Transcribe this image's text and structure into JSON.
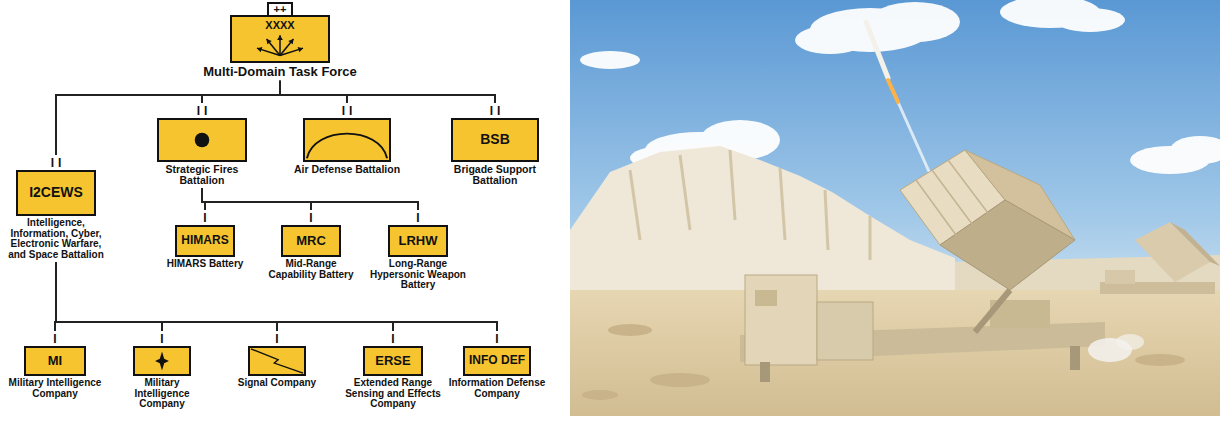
{
  "diagram": {
    "nodes": [
      {
        "text": [
          "++",
          "XXXX",
          "Multi-Domain Task Force"
        ]
      },
      {
        "text": [
          "II",
          "I2CEWS",
          "Intelligence, Information, Cyber, Electronic Warfare, and Space Battalion"
        ]
      },
      {
        "text": [
          "II",
          "Strategic Fires Battalion"
        ]
      },
      {
        "text": [
          "II",
          "Air Defense Battalion"
        ]
      },
      {
        "text": [
          "II",
          "BSB",
          "Brigade Support Battalion"
        ]
      },
      {
        "text": [
          "I",
          "HIMARS",
          "HIMARS Battery"
        ]
      },
      {
        "text": [
          "I",
          "MRC",
          "Mid-Range Capability Battery"
        ]
      },
      {
        "text": [
          "I",
          "LRHW",
          "Long-Range Hypersonic Weapon Battery"
        ]
      },
      {
        "text": [
          "I",
          "MI",
          "Military Intelligence Company"
        ]
      },
      {
        "text": [
          "I",
          "Military Intelligence Company"
        ]
      },
      {
        "text": [
          "I",
          "Signal Company"
        ]
      },
      {
        "text": [
          "I",
          "ERSE",
          "Extended Range Sensing and Effects Company"
        ]
      },
      {
        "text": [
          "I",
          "INFO DEF",
          "Information Defense Company"
        ]
      }
    ],
    "edges": [
      {
        "from": 0,
        "to": 1,
        "arrow": "none"
      },
      {
        "from": 0,
        "to": 2,
        "arrow": "none"
      },
      {
        "from": 0,
        "to": 3,
        "arrow": "none"
      },
      {
        "from": 0,
        "to": 4,
        "arrow": "none"
      },
      {
        "from": 2,
        "to": 5,
        "arrow": "none"
      },
      {
        "from": 2,
        "to": 6,
        "arrow": "none"
      },
      {
        "from": 2,
        "to": 7,
        "arrow": "none"
      },
      {
        "from": 1,
        "to": 8,
        "arrow": "none"
      },
      {
        "from": 1,
        "to": 9,
        "arrow": "none"
      },
      {
        "from": 1,
        "to": 10,
        "arrow": "none"
      },
      {
        "from": 1,
        "to": 11,
        "arrow": "none"
      },
      {
        "from": 1,
        "to": 12,
        "arrow": "none"
      }
    ]
  }
}
